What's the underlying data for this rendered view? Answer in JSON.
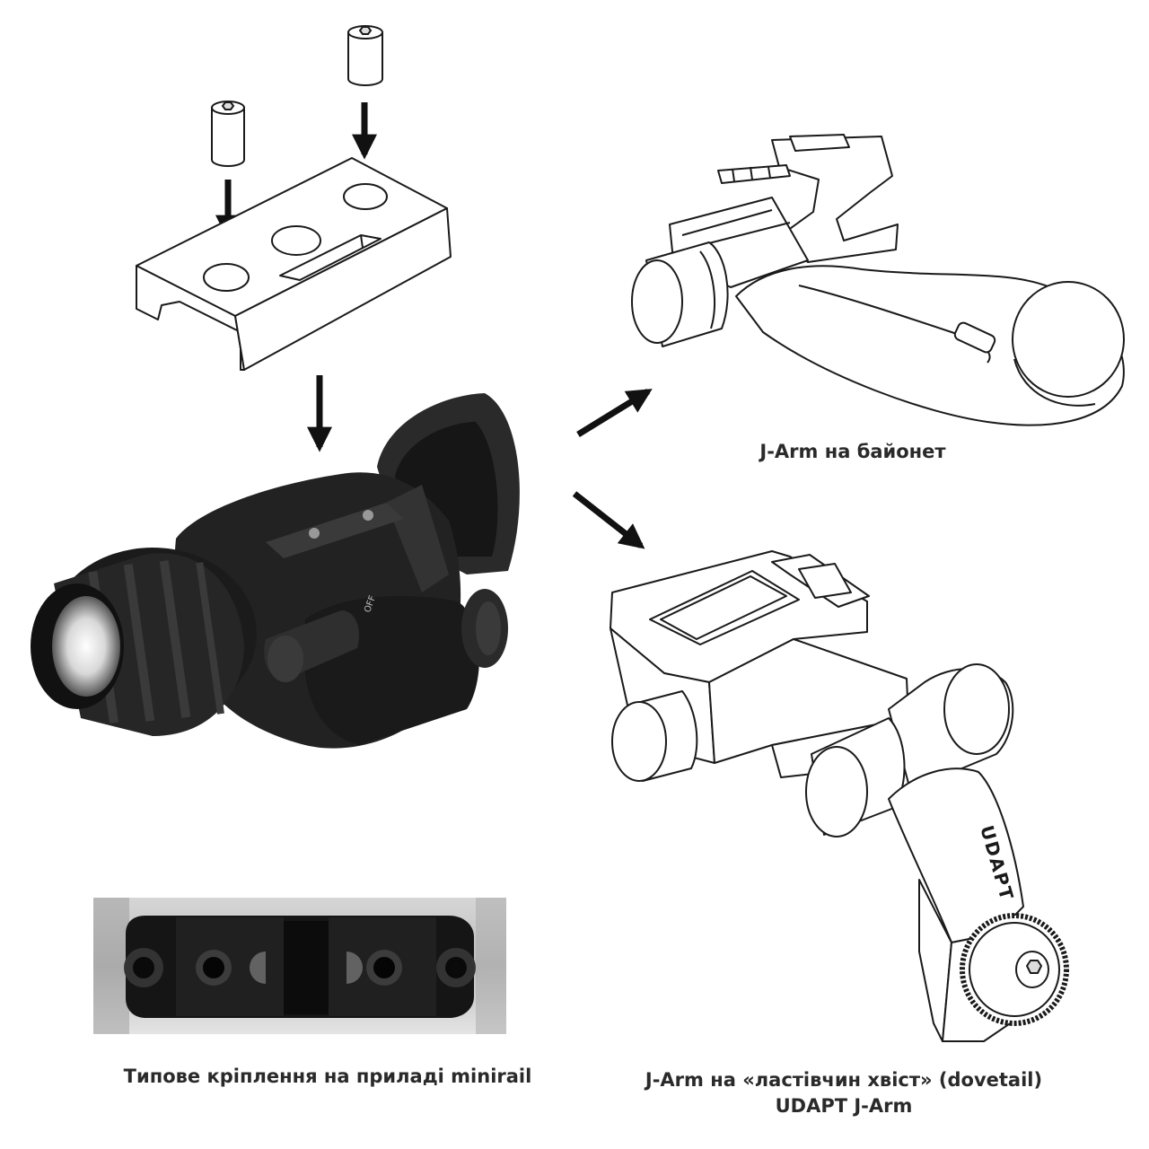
{
  "captions": {
    "bayonet": "J-Arm на байонет",
    "minirail": "Типове кріплення на приладі minirail",
    "dovetail_line1": "J-Arm на «ластівчин хвіст» (dovetail)",
    "dovetail_line2": "UDAPT J-Arm"
  },
  "engraving": "UDAPT",
  "device_marking": "OFF",
  "colors": {
    "line": "#1a1a1a",
    "device": "#1c1c1c",
    "caption": "#2a2a2a"
  }
}
